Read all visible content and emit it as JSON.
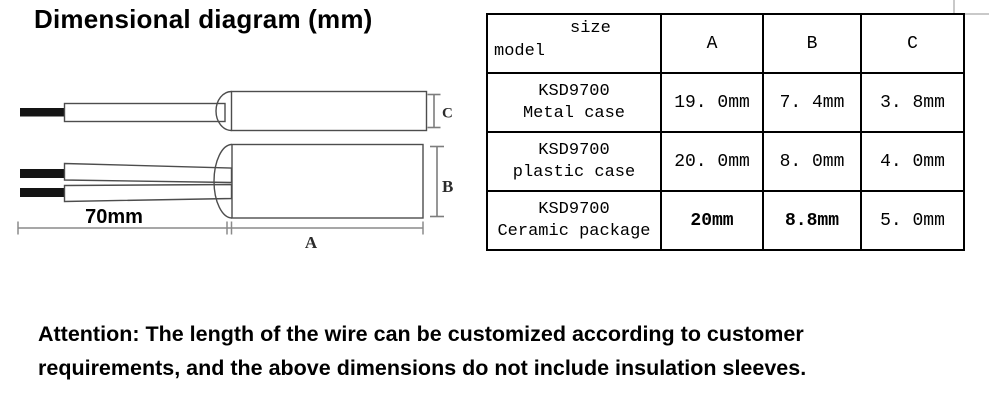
{
  "title": "Dimensional diagram (mm)",
  "diagram": {
    "dim_c_label": "C",
    "dim_b_label": "B",
    "dim_a_label": "A",
    "wire_length_label": "70mm"
  },
  "table": {
    "corner": {
      "size_label": "size",
      "model_label": "model"
    },
    "columns": [
      "A",
      "B",
      "C"
    ],
    "rows": [
      {
        "model": [
          "KSD9700",
          "Metal case"
        ],
        "a": "19. 0mm",
        "b": "7. 4mm",
        "c": "3. 8mm"
      },
      {
        "model": [
          "KSD9700",
          "plastic case"
        ],
        "a": "20. 0mm",
        "b": "8. 0mm",
        "c": "4. 0mm"
      },
      {
        "model": [
          "KSD9700",
          "Ceramic package"
        ],
        "a": "20mm",
        "b": "8.8mm",
        "c": "5. 0mm"
      }
    ]
  },
  "attention": {
    "line1": "Attention: The length of the wire can be customized according to customer",
    "line2": "requirements, and the above dimensions do not include insulation sleeves."
  }
}
